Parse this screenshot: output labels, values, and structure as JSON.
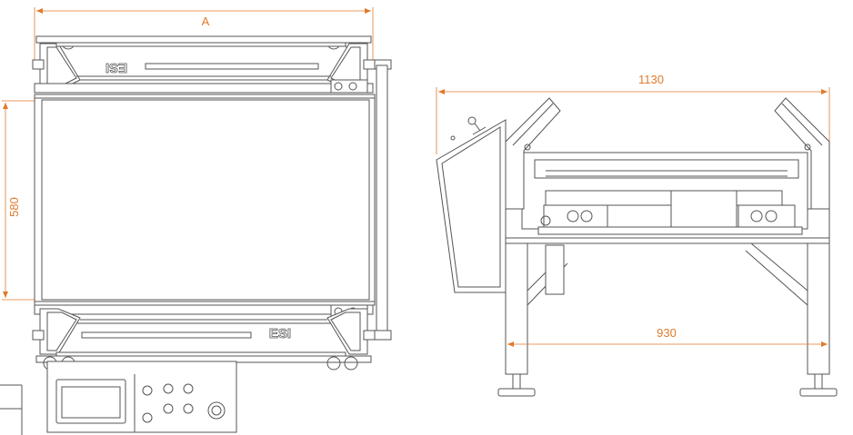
{
  "colors": {
    "line": "#555555",
    "dimension": "#e07a2c",
    "fill_panel": "#f4f4f4",
    "fill_dark": "#d9d9d9"
  },
  "top_view": {
    "dim_width_label": "A",
    "dim_length_label": "580",
    "brand_top": "ESI",
    "brand_bottom": "ESI"
  },
  "front_view": {
    "dim_overall_label": "1130",
    "dim_legs_label": "930"
  }
}
